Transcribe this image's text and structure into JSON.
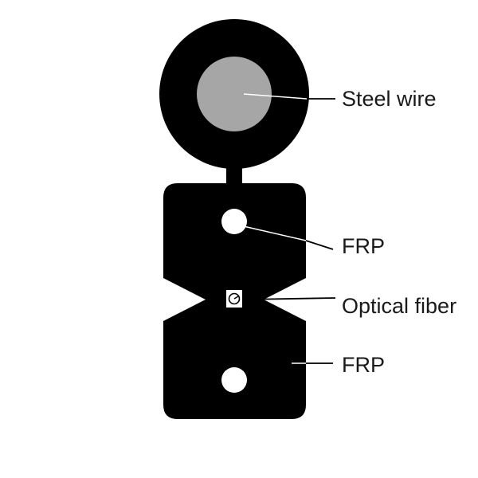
{
  "labels": {
    "steel_wire": "Steel wire",
    "frp_top": "FRP",
    "optical_fiber": "Optical fiber",
    "frp_bottom": "FRP"
  },
  "colors": {
    "sheath": "#000000",
    "steel_wire_core": "#a6a6a6",
    "frp_rod": "#ffffff",
    "leader_line": "#000000",
    "background": "#ffffff"
  }
}
